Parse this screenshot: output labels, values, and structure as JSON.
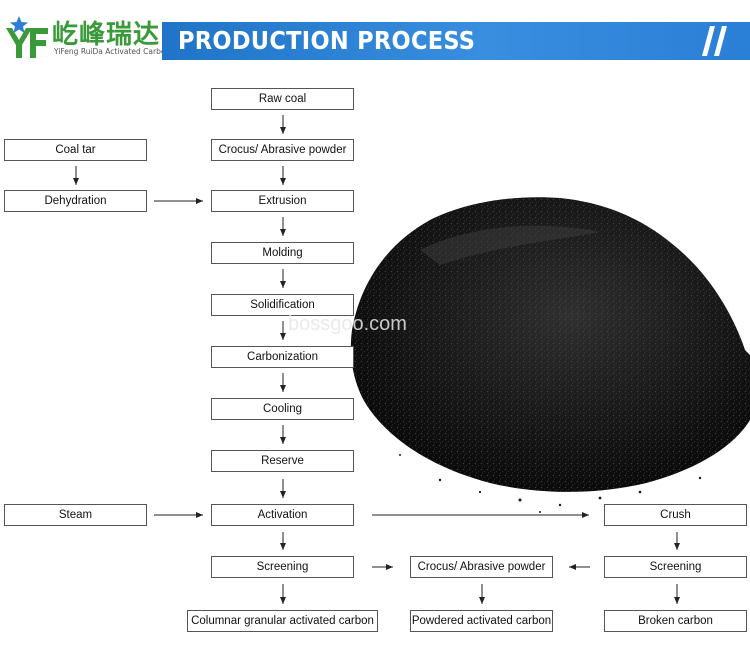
{
  "header": {
    "logo_cn": "屹峰瑞达",
    "logo_en": "YiFeng RuiDa Activated Carbon",
    "title": "PRODUCTION PROCESS",
    "brand_colors": {
      "blue": "#2a82d8",
      "green": "#3a9a3a",
      "star": "#2b7fd6"
    }
  },
  "nodes": {
    "raw_coal": "Raw coal",
    "crocus_top": "Crocus/ Abrasive powder",
    "coal_tar": "Coal tar",
    "dehydration": "Dehydration",
    "extrusion": "Extrusion",
    "molding": "Molding",
    "solidification": "Solidification",
    "carbonization": "Carbonization",
    "cooling": "Cooling",
    "reserve": "Reserve",
    "steam": "Steam",
    "activation": "Activation",
    "crush": "Crush",
    "screening_left": "Screening",
    "crocus_bottom": "Crocus/ Abrasive powder",
    "screening_right": "Screening",
    "columnar": "Columnar granular activated carbon",
    "powdered": "Powdered activated carbon",
    "broken": "Broken carbon"
  },
  "watermark": "bossgoo.com"
}
